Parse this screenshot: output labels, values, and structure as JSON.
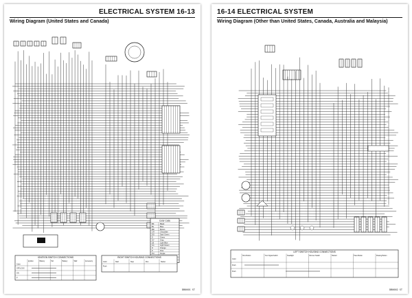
{
  "left_page": {
    "section_title": "ELECTRICAL SYSTEM 16-13",
    "diagram_title": "Wiring Diagram (United States and Canada)",
    "color_code": {
      "title": "Color Code",
      "entries": [
        [
          "BK",
          "Black"
        ],
        [
          "BL",
          "Blue"
        ],
        [
          "BR",
          "Brown"
        ],
        [
          "CH",
          "Chocolate"
        ],
        [
          "DG",
          "Dark Green"
        ],
        [
          "G",
          "Green"
        ],
        [
          "GY",
          "Gray"
        ],
        [
          "LB",
          "Light Blue"
        ],
        [
          "LG",
          "Light Green"
        ],
        [
          "O",
          "Orange"
        ],
        [
          "P",
          "Pink"
        ],
        [
          "PU",
          "Purple"
        ],
        [
          "R",
          "Red"
        ],
        [
          "W",
          "White"
        ],
        [
          "Y",
          "Yellow"
        ]
      ]
    },
    "ignition_table": {
      "title": "IGNITION SWITCH CONNECTIONS",
      "headers": [
        "Ignition",
        "Battery",
        "Tail",
        "Battery",
        "Tail2",
        "Accessory"
      ],
      "color_row_label": "Color",
      "row_labels": [
        "OFF,LOCK",
        "ON",
        "P"
      ]
    },
    "right_switch_table": {
      "title": "RIGHT SWITCH HOUSING CONNECTIONS",
      "color_row_label": "Color",
      "headers": [
        "Start",
        "Stop",
        "Run",
        "Starter"
      ],
      "row_labels": [
        "Push"
      ]
    },
    "footer_code": "DB0001 ST"
  },
  "right_page": {
    "section_title": "16-14 ELECTRICAL SYSTEM",
    "diagram_title": "Wiring Diagram (Other than United States, Canada, Australia and Malaysia)",
    "switch_table": {
      "title": "LEFT SWITCH HOUSING CONNECTIONS",
      "headers": [
        "Horn Button",
        "Turn Signal Switch",
        "Headlight",
        "Dimmer Switch",
        "Hazard",
        "Pass Button",
        "Passing Button"
      ],
      "color_row_label": "Color",
      "row_labels": [
        "Push",
        "Push"
      ]
    },
    "footer_code": "DB0002 ST"
  }
}
